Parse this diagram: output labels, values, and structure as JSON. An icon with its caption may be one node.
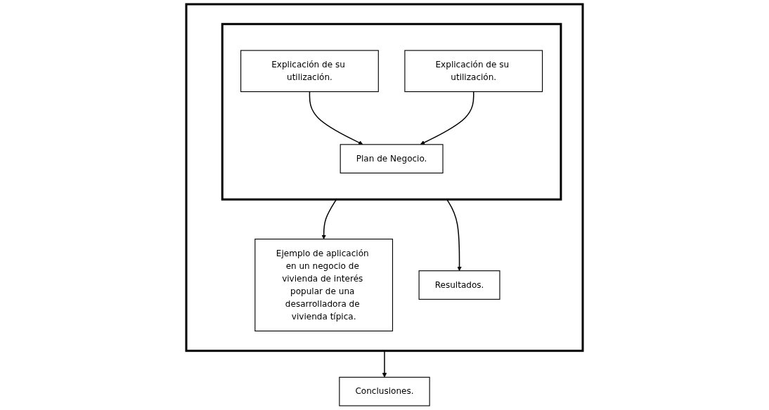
{
  "diagram": {
    "nodes": [
      {
        "text": [],
        "shape": "box"
      },
      {
        "text": [],
        "shape": "box",
        "in": 0
      },
      {
        "text": [
          "Explicación de su utilización."
        ],
        "in": 1
      },
      {
        "text": [
          "Plan de Negocio."
        ],
        "in": 1
      },
      {
        "text": [
          "Explicación de su utilización."
        ],
        "in": 1
      },
      {
        "text": [
          "Ejemplo de aplicación en un negocio de vivienda de interés popular de una desarrolladora de vivienda típica."
        ],
        "in": 0
      },
      {
        "text": [
          "Resultados."
        ],
        "in": 0
      },
      {
        "text": [
          "Conclusiones."
        ]
      }
    ],
    "edges": [
      {
        "from": 2,
        "to": 3,
        "arrow": "to"
      },
      {
        "from": 4,
        "to": 3,
        "arrow": "to"
      },
      {
        "from": 1,
        "to": 5,
        "arrow": "to"
      },
      {
        "from": 1,
        "to": 6,
        "arrow": "to"
      },
      {
        "from": 0,
        "to": 7,
        "arrow": "to"
      }
    ]
  }
}
